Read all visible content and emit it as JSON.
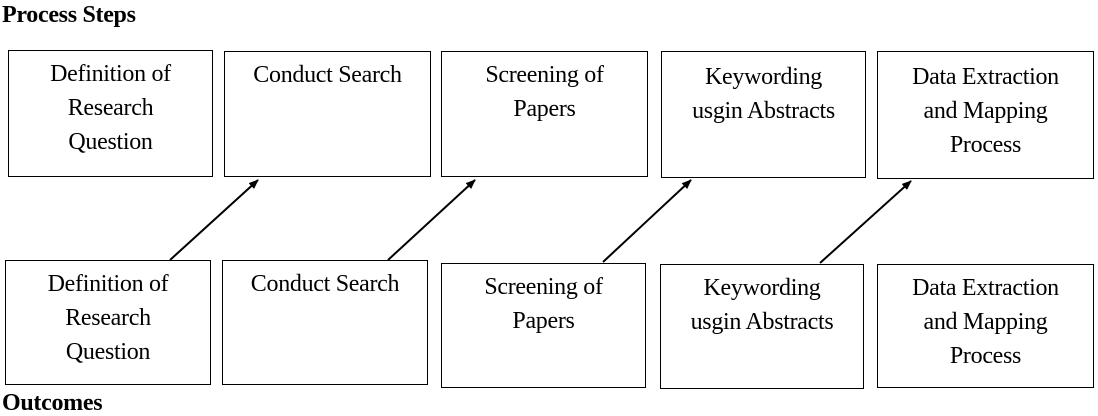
{
  "diagram": {
    "process_steps_title": "Process Steps",
    "outcomes_title": "Outcomes",
    "process_steps": [
      "Definition of\nResearch\nQuestion",
      "Conduct Search",
      "Screening of\nPapers",
      "Keywording\nusgin Abstracts",
      "Data Extraction\nand Mapping\nProcess"
    ],
    "outcomes": [
      "Definition of\nResearch\nQuestion",
      "Conduct Search",
      "Screening of\nPapers",
      "Keywording\nusgin Abstracts",
      "Data Extraction\nand Mapping\nProcess"
    ],
    "colors": {
      "stroke": "#000000",
      "background": "#ffffff"
    }
  }
}
